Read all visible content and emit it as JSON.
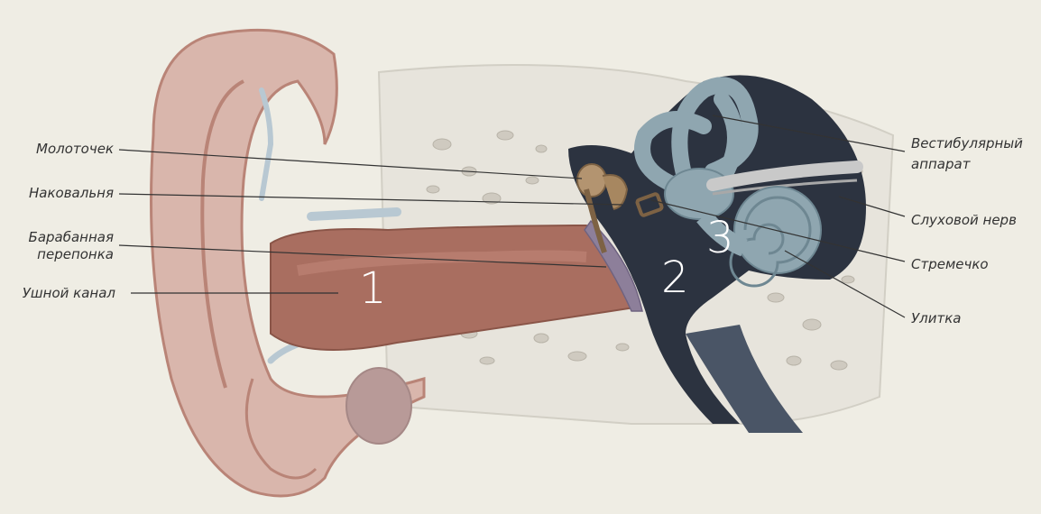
{
  "labels_left": {
    "malleus": "Молоточек",
    "incus": "Наковальня",
    "eardrum_line1": "Барабанная",
    "eardrum_line2": "перепонка",
    "ear_canal": "Ушной канал"
  },
  "labels_right": {
    "vestibular_line1": "Вестибулярный",
    "vestibular_line2": "аппарат",
    "auditory_nerve": "Слуховой нерв",
    "stapes": "Стремечко",
    "cochlea": "Улитка"
  },
  "zones": {
    "outer": "1",
    "middle": "2",
    "inner": "3"
  },
  "colors": {
    "background": "#efede4",
    "skin": "#d9b6ac",
    "skin_dark": "#b98477",
    "canal": "#a96e60",
    "bone": "#e7e4dc",
    "middle_cavity": "#2c3340",
    "labyrinth": "#8fa6b0",
    "ossicle": "#b39470",
    "eardrum": "#8d7f9a"
  }
}
